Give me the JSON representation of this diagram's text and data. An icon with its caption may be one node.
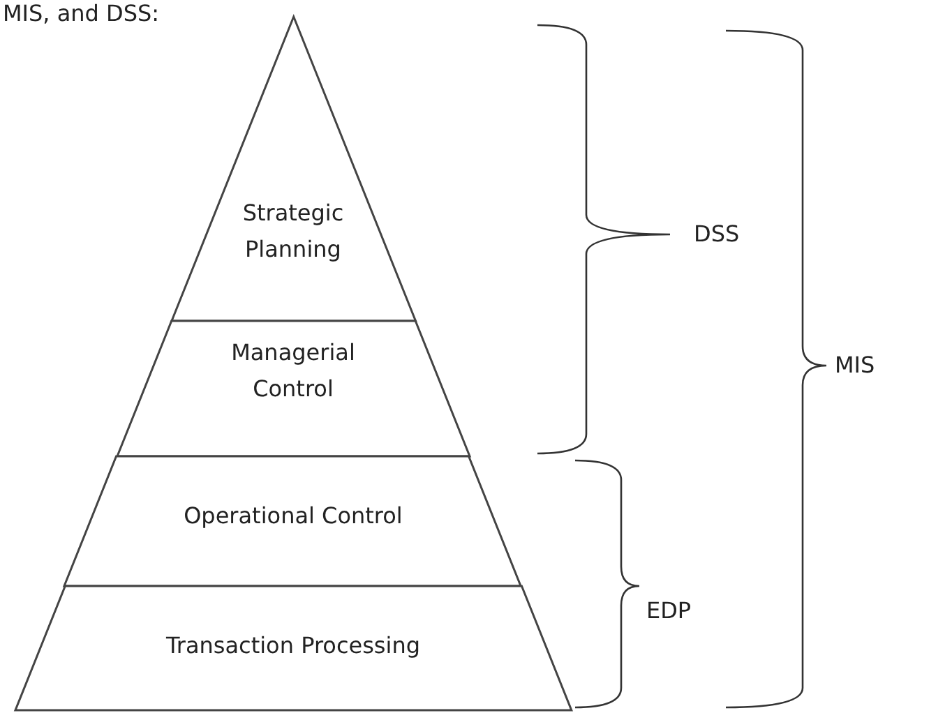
{
  "diagram": {
    "title": "MIS, and DSS:",
    "nodes": [
      {
        "text": [
          "Strategic Planning"
        ]
      },
      {
        "text": [
          "Managerial Control"
        ]
      },
      {
        "text": [
          "Operational Control"
        ]
      },
      {
        "text": [
          "Transaction Processing"
        ]
      }
    ],
    "labels": [
      "DSS",
      "MIS",
      "EDP"
    ]
  }
}
